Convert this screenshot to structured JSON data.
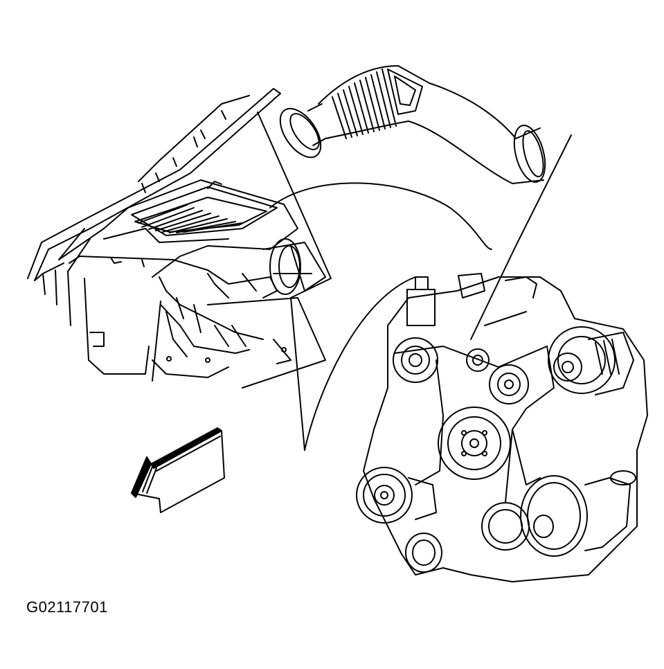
{
  "figure": {
    "caption": "G02117701",
    "colors": {
      "ink": "#000000",
      "paper": "#ffffff"
    },
    "components": [
      "vehicle-fender",
      "air-cleaner-assembly",
      "air-intake-duct",
      "engine-front-accessory-drive",
      "generator",
      "power-steering-pump",
      "ac-compressor",
      "front-arrow"
    ]
  }
}
